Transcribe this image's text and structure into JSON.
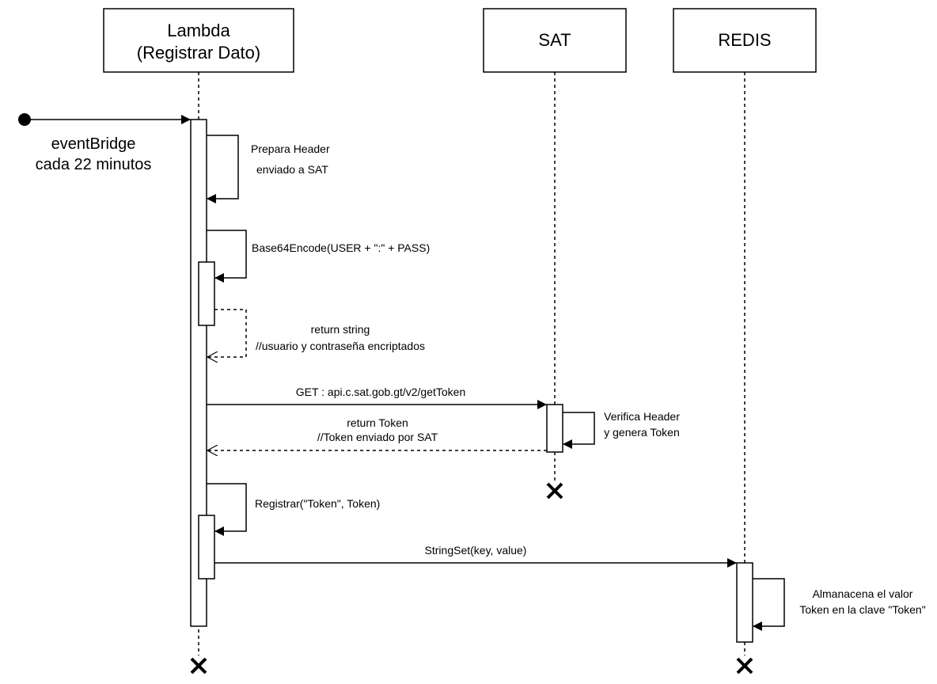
{
  "participants": {
    "lambda_line1": "Lambda",
    "lambda_line2": "(Registrar Dato)",
    "sat": "SAT",
    "redis": "REDIS"
  },
  "trigger": {
    "line1": "eventBridge",
    "line2": "cada 22 minutos"
  },
  "messages": {
    "prepare_header_1": "Prepara Header",
    "prepare_header_2": "enviado a SAT",
    "base64": "Base64Encode(USER + \":\" + PASS)",
    "return_string_1": "return string",
    "return_string_2": "//usuario y contraseña encriptados",
    "get_token": "GET : api.c.sat.gob.gt/v2/getToken",
    "verify_1": "Verifica Header",
    "verify_2": "y genera Token",
    "return_token_1": "return Token",
    "return_token_2": "//Token enviado por SAT",
    "registrar": "Registrar(\"Token\", Token)",
    "stringset": "StringSet(key, value)",
    "store_1": "Almanacena el valor",
    "store_2": "Token en la clave \"Token\""
  }
}
